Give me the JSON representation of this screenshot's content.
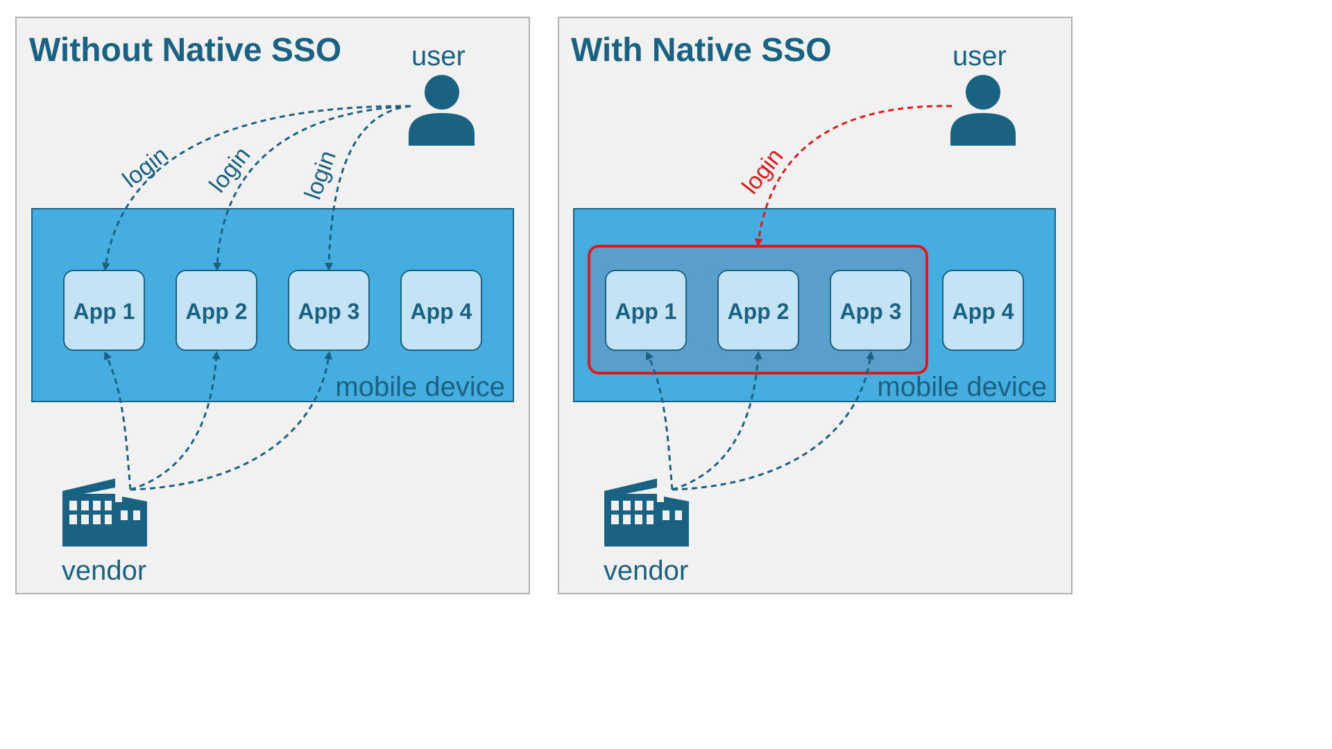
{
  "colors": {
    "panel_bg": "#f1f1f1",
    "panel_border": "#9a9a9a",
    "dark_blue": "#1a6282",
    "device_blue": "#45ade0",
    "app_fill": "#c4e4f6",
    "sso_group_fill": "#5a9ecb",
    "sso_red": "#e01a1a"
  },
  "panels": [
    {
      "title": "Without Native SSO",
      "user_label": "user",
      "vendor_label": "vendor",
      "device_label": "mobile device",
      "apps": [
        "App 1",
        "App 2",
        "App 3",
        "App 4"
      ],
      "login_labels": [
        "login",
        "login",
        "login"
      ],
      "sso_group": false
    },
    {
      "title": "With Native SSO",
      "user_label": "user",
      "vendor_label": "vendor",
      "device_label": "mobile device",
      "apps": [
        "App 1",
        "App 2",
        "App 3",
        "App 4"
      ],
      "login_labels": [
        "login"
      ],
      "sso_group": true
    }
  ]
}
